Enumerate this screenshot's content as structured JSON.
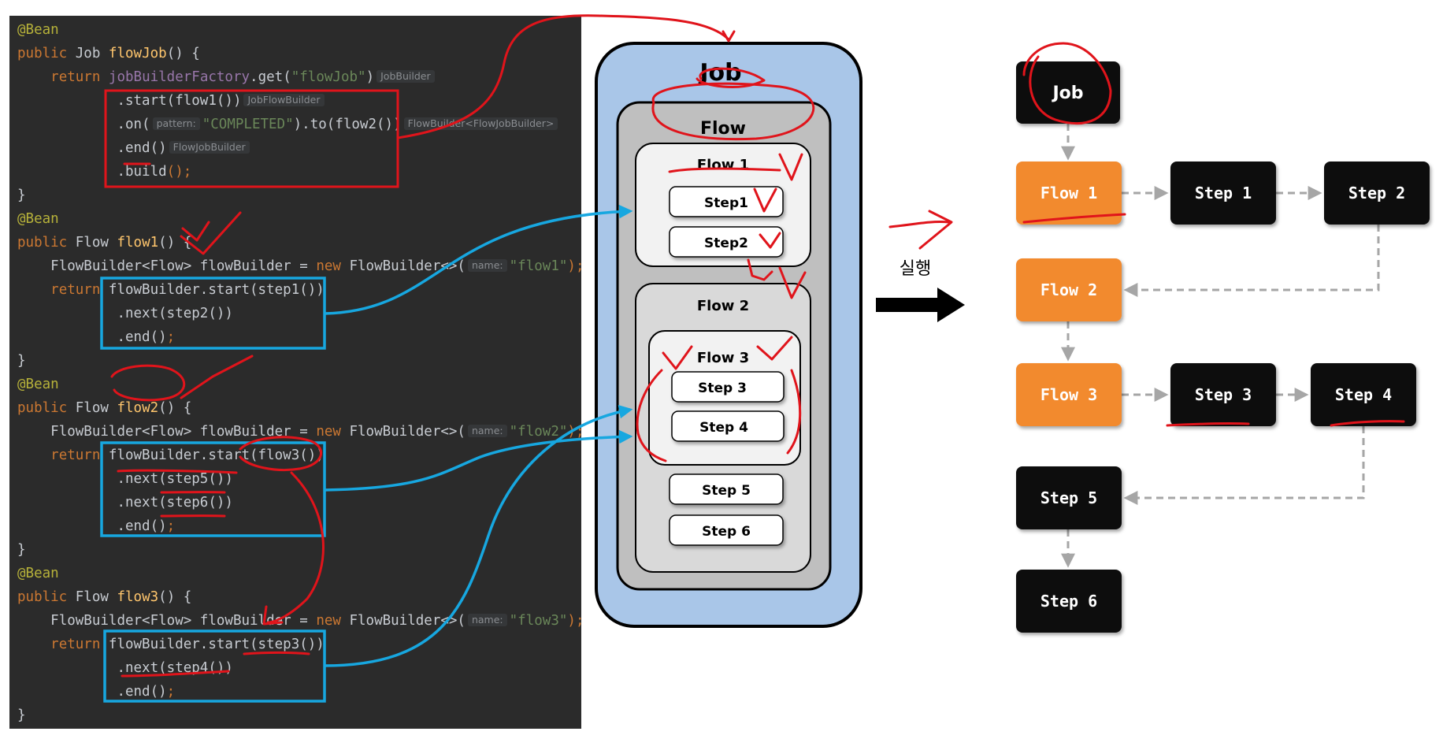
{
  "code": {
    "flow_job": {
      "annotation": "@Bean",
      "signature": [
        "public",
        "Job",
        "flowJob",
        "() {"
      ],
      "return_kw": "return",
      "return_expr": [
        "jobBuilderFactory",
        ".get(",
        "\"flowJob\"",
        ")"
      ],
      "return_hint": "JobBuilder",
      "start": ".start(flow1())",
      "start_hint": "JobFlowBuilder",
      "on_prefix": ".on(",
      "on_hint": "pattern:",
      "on_rest": [
        "\"COMPLETED\"",
        ").to(flow2())"
      ],
      "on_hint2": "FlowBuilder<FlowJobBuilder>",
      "end": ".end()",
      "end_hint": "FlowJobBuilder",
      "build": ".build",
      "build_tail": "();",
      "close": "}"
    },
    "flow1": {
      "annotation": "@Bean",
      "signature": [
        "public",
        "Flow",
        "flow1",
        "() {"
      ],
      "builder_decl": "FlowBuilder<Flow> flowBuilder = ",
      "new_kw": "new",
      "builder_ctor": " FlowBuilder<>(",
      "name_hint": "name:",
      "name_value": "\"flow1\"",
      "decl_tail": ");",
      "return_kw": "return",
      "return_expr": " flowBuilder.start(step1())",
      "next": ".next(step2())",
      "end": ".end()",
      "end_tail": ";",
      "close": "}"
    },
    "flow2": {
      "annotation": "@Bean",
      "signature": [
        "public",
        "Flow",
        "flow2",
        "() {"
      ],
      "builder_decl": "FlowBuilder<Flow> flowBuilder = ",
      "new_kw": "new",
      "builder_ctor": " FlowBuilder<>(",
      "name_hint": "name:",
      "name_value": "\"flow2\"",
      "decl_tail": ");",
      "return_kw": "return",
      "return_expr": " flowBuilder.start(flow3())",
      "next1": ".next(step5())",
      "next2": ".next(step6())",
      "end": ".end()",
      "end_tail": ";",
      "close": "}"
    },
    "flow3": {
      "annotation": "@Bean",
      "signature": [
        "public",
        "Flow",
        "flow3",
        "() {"
      ],
      "builder_decl": "FlowBuilder<Flow> flowBuilder = ",
      "new_kw": "new",
      "builder_ctor": " FlowBuilder<>(",
      "name_hint": "name:",
      "name_value": "\"flow3\"",
      "decl_tail": ");",
      "return_kw": "return",
      "return_expr": " flowBuilder.start(step3())",
      "next": ".next(step4())",
      "end": ".end()",
      "end_tail": ";",
      "close": "}"
    }
  },
  "structure": {
    "job": "Job",
    "flow": "Flow",
    "flow1": {
      "title": "Flow 1",
      "steps": [
        "Step1",
        "Step2"
      ]
    },
    "flow2": {
      "title": "Flow 2",
      "flow3": {
        "title": "Flow 3",
        "steps": [
          "Step 3",
          "Step 4"
        ]
      },
      "steps": [
        "Step 5",
        "Step 6"
      ]
    }
  },
  "execute_label": "실행",
  "execution": {
    "job": "Job",
    "flow1": "Flow 1",
    "step1": "Step 1",
    "step2": "Step 2",
    "flow2": "Flow 2",
    "flow3": "Flow 3",
    "step3": "Step 3",
    "step4": "Step 4",
    "step5": "Step 5",
    "step6": "Step 6"
  },
  "colors": {
    "code_bg": "#2b2b2b",
    "job_bg": "#a9c6e8",
    "flow_orange": "#f28a2e",
    "step_black": "#111111",
    "highlight_red": "#e0141b",
    "highlight_blue": "#17a7e0",
    "dashed_arrow": "#a6a6a6"
  }
}
